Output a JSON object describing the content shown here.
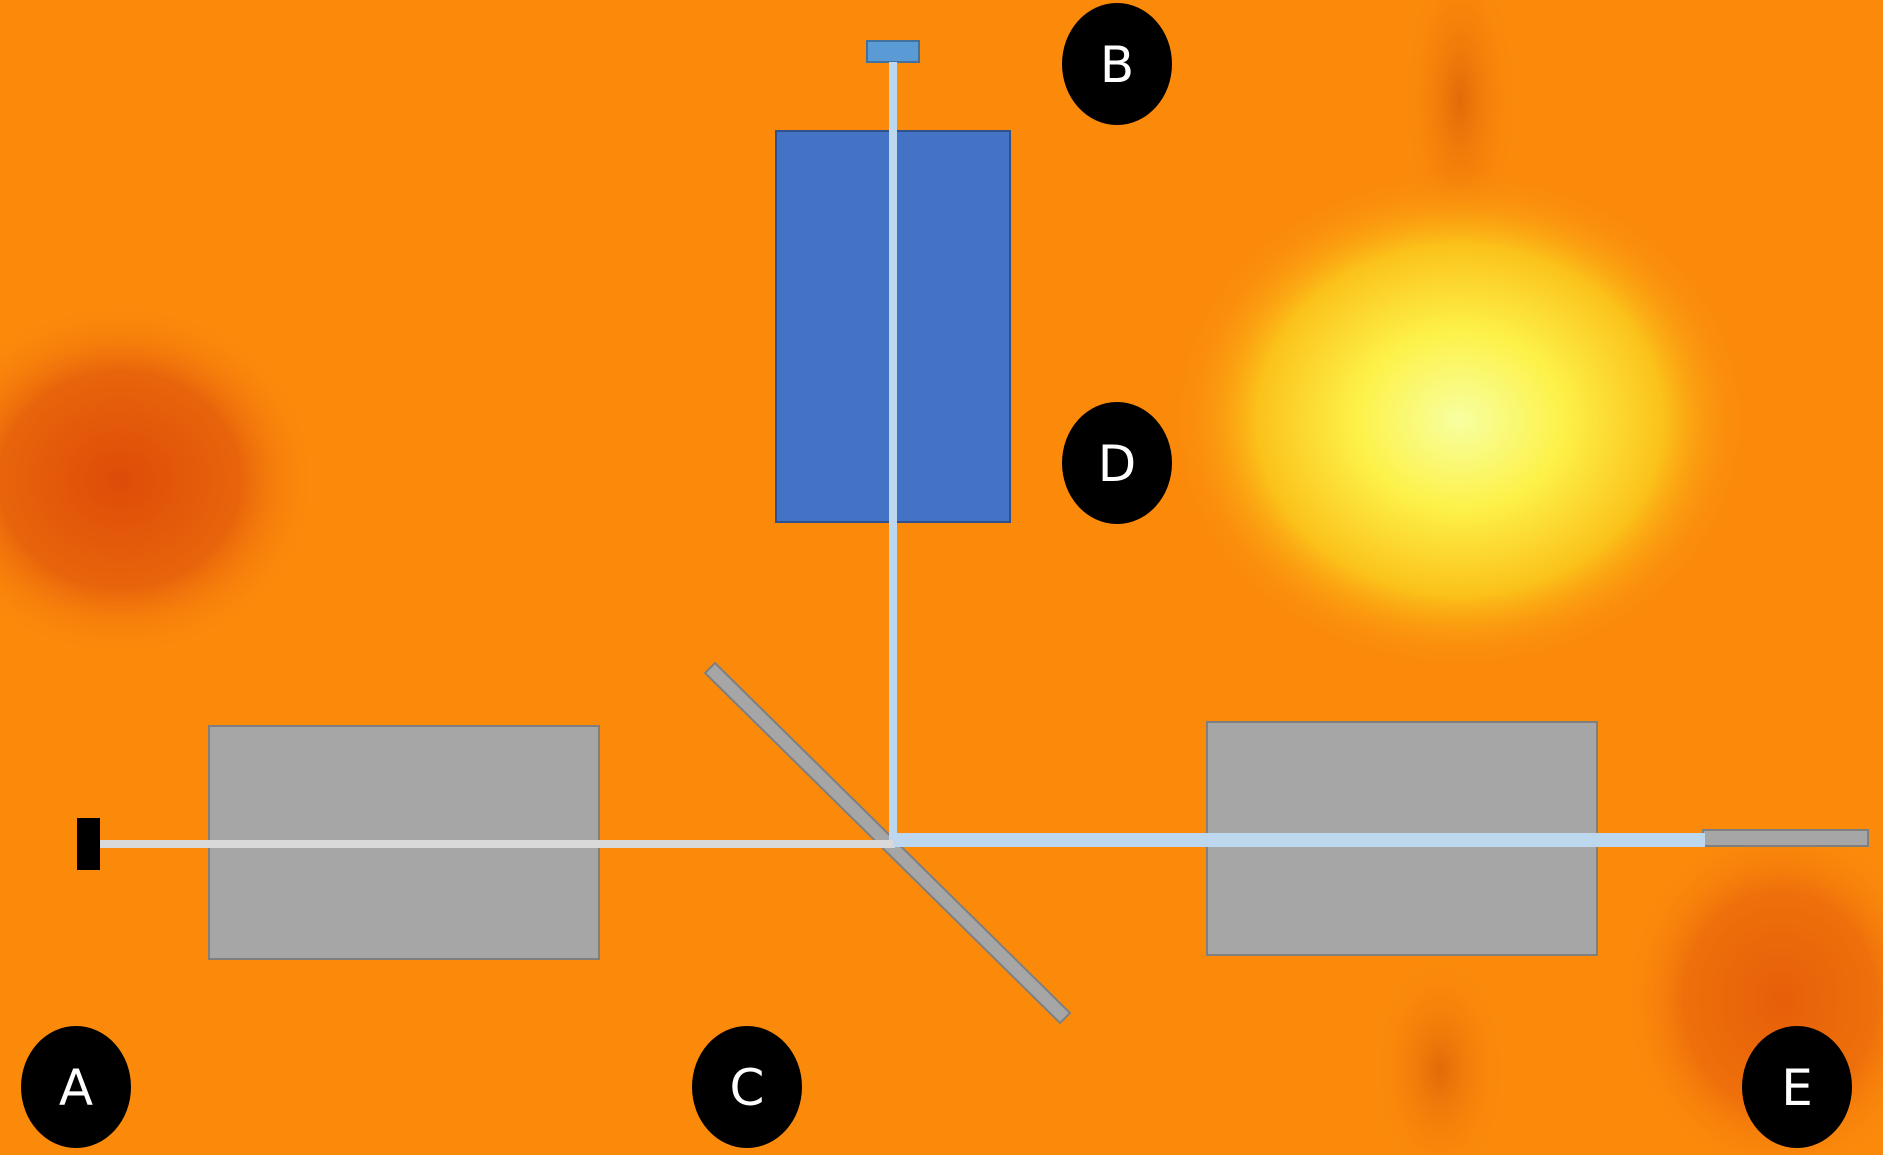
{
  "diagram": {
    "markers": {
      "a": "A",
      "b": "B",
      "c": "C",
      "d": "D",
      "e": "E"
    },
    "colors": {
      "background": "#fb8a0b",
      "warm_patch": "#e5510a",
      "hot_spot": "#fdf24a",
      "block_gray": "#a6a6a6",
      "detector_blue": "#4472c4",
      "beam": "#d9d9d9",
      "beam_blue": "#bdd7ee",
      "marker_fill": "#000000",
      "marker_text": "#ffffff"
    }
  }
}
